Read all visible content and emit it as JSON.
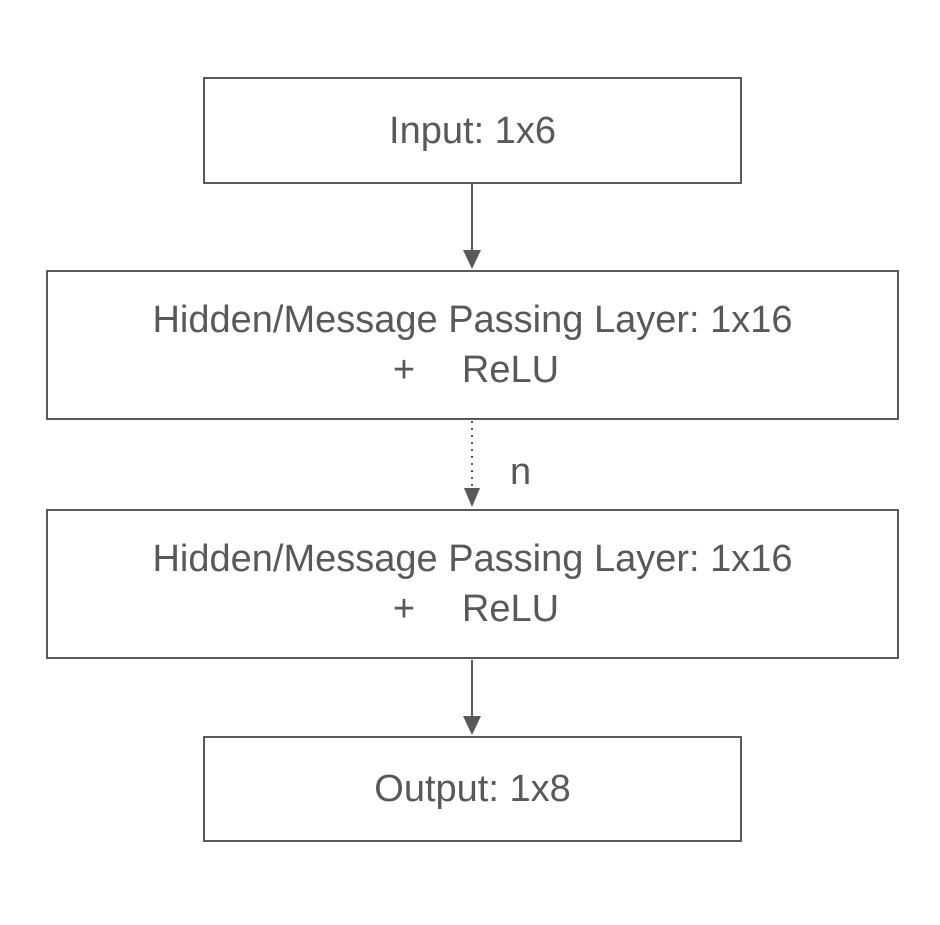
{
  "nodes": {
    "input": {
      "label": "Input: 1x6"
    },
    "hidden_1": {
      "label": "Hidden/Message Passing Layer: 1x16",
      "plus": "+",
      "activation": "ReLU"
    },
    "hidden_2": {
      "label": "Hidden/Message Passing Layer: 1x16",
      "plus": "+",
      "activation": "ReLU"
    },
    "output": {
      "label": "Output: 1x8"
    }
  },
  "edges": {
    "input_to_hidden": {
      "style": "solid"
    },
    "hidden_repeat": {
      "style": "dotted",
      "label": "n"
    },
    "hidden_to_output": {
      "style": "solid"
    }
  },
  "colors": {
    "stroke": "#595959",
    "text": "#595959",
    "background": "#ffffff"
  }
}
